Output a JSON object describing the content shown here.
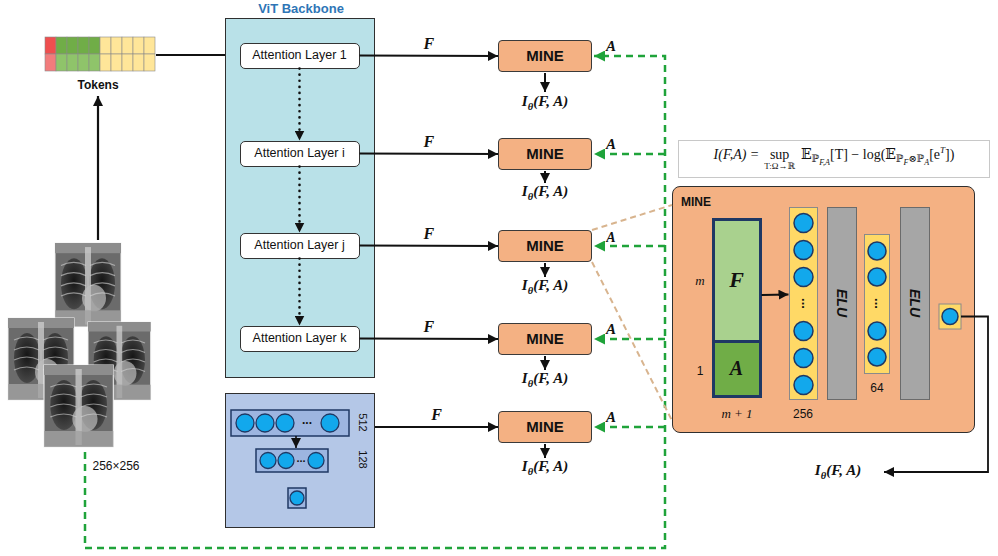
{
  "diagram": {
    "nodes": [
      {
        "text": [
          "ViT Backbone"
        ]
      },
      {
        "text": [
          "Attention Layer 1"
        ],
        "in": 0
      },
      {
        "text": [
          "Attention Layer i"
        ],
        "in": 0
      },
      {
        "text": [
          "Attention Layer j"
        ],
        "in": 0
      },
      {
        "text": [
          "Attention Layer k"
        ],
        "in": 0
      },
      {
        "text": [
          "MINE"
        ]
      },
      {
        "text": [
          "MINE"
        ]
      },
      {
        "text": [
          "MINE"
        ]
      },
      {
        "text": [
          "MINE"
        ]
      },
      {
        "text": [
          "512",
          "128"
        ]
      },
      {
        "text": [
          "MINE"
        ]
      },
      {
        "text": [
          "I(F,A) =",
          "sup",
          "T:Ω→ℝ",
          "𝔼",
          "ℙ",
          "F,A",
          "[T] − log(𝔼",
          "ℙ",
          "F",
          "⊗ℙ",
          "A",
          "[e",
          "T",
          "])"
        ]
      },
      {
        "text": [
          "MINE"
        ]
      },
      {
        "text": [
          "F"
        ],
        "in": 12
      },
      {
        "text": [
          "A"
        ],
        "in": 12
      },
      {
        "text": [
          "..."
        ],
        "in": 12
      },
      {
        "text": [
          "ELU"
        ],
        "in": 12
      },
      {
        "text": [
          "..."
        ],
        "in": 12
      },
      {
        "text": [
          "ELU"
        ],
        "in": 12
      }
    ],
    "edges": [
      {
        "from": 1,
        "to": 5,
        "label": "F",
        "arrow": "to"
      },
      {
        "from": 2,
        "to": 6,
        "label": "F",
        "arrow": "to"
      },
      {
        "from": 3,
        "to": 7,
        "label": "F",
        "arrow": "to"
      },
      {
        "from": 4,
        "to": 8,
        "label": "F",
        "arrow": "to"
      },
      {
        "from": 9,
        "to": 10,
        "label": "F",
        "arrow": "to"
      },
      {
        "from": 1,
        "to": 2,
        "arrow": "to"
      },
      {
        "from": 2,
        "to": 3,
        "arrow": "to"
      },
      {
        "from": 3,
        "to": 4,
        "arrow": "to"
      },
      {
        "from": 7,
        "to": 12,
        "arrow": "none"
      },
      {
        "from": 7,
        "to": 12,
        "arrow": "none"
      },
      {
        "from": 13,
        "to": 15,
        "arrow": "to"
      }
    ],
    "labels": [
      "Tokens",
      "256×256",
      "A",
      "A",
      "A",
      "A",
      "A",
      "Iθ(F, A)",
      "Iθ(F, A)",
      "Iθ(F, A)",
      "Iθ(F, A)",
      "Iθ(F, A)",
      "Iθ(F, A)",
      "m",
      "1",
      "m + 1",
      "256",
      "64",
      "...",
      "..."
    ]
  }
}
